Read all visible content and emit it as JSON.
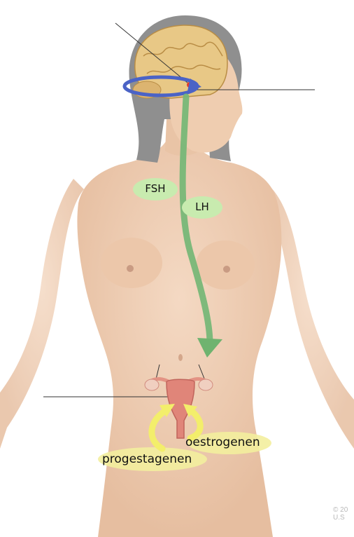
{
  "labels": {
    "fsh": "FSH",
    "lh": "LH",
    "oestrogenen": "oestrogenen",
    "progestagenen": "progestagenen"
  },
  "copyright": {
    "line1": "© 20",
    "line2": "U.S"
  },
  "colors": {
    "skin": "#efcfb5",
    "skin_shadow": "#e2b596",
    "hair": "#8e8e8e",
    "brain": "#e9c98a",
    "hormone_arrow": "#79b879",
    "feedback_arrow": "#f1ec76",
    "brain_loop": "#4d63c5",
    "pill_fill": "#c9ecb0",
    "feedback_ellipse": "#f4ef9c",
    "uterus": "#e0867a"
  }
}
